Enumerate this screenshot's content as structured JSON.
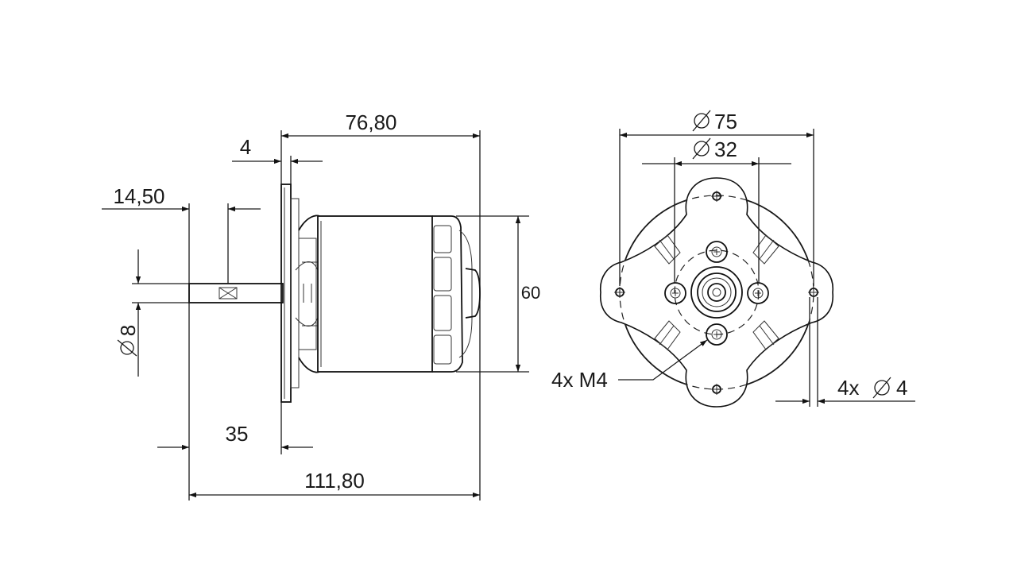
{
  "side_view": {
    "dim_length_body": "76,80",
    "dim_flange": "4",
    "dim_key_pos": "14,50",
    "dim_shaft_dia": "8",
    "dim_height": "60",
    "dim_shaft_len": "35",
    "dim_total_len": "111,80"
  },
  "front_view": {
    "dim_outer_dia": "75",
    "dim_bolt_circle": "32",
    "label_threads": "4x M4",
    "label_holes_prefix": "4x",
    "label_holes_dia": "4"
  }
}
